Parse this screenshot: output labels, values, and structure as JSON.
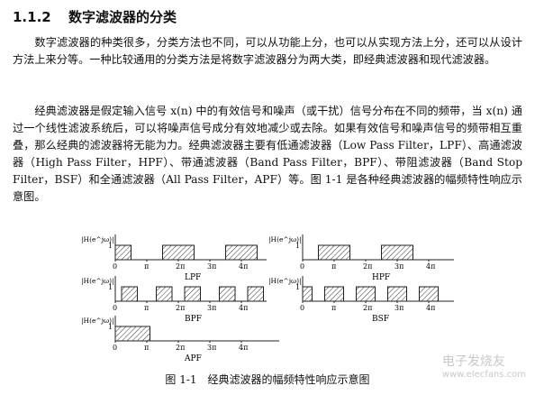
{
  "section": {
    "number": "1.1.2",
    "title": "数字滤波器的分类"
  },
  "paragraphs": [
    "数字滤波器的种类很多，分类方法也不同，可以从功能上分，也可以从实现方法上分，还可以从设计方法上来分等。一种比较通用的分类方法是将数字滤波器分为两大类，即经典滤波器和现代滤波器。",
    "经典滤波器是假定输入信号 x(n) 中的有效信号和噪声（或干扰）信号分布在不同的频带，当 x(n) 通过一个线性滤波系统后，可以将噪声信号成分有效地减少或去除。如果有效信号和噪声信号的频带相互重叠，那么经典的滤波器将无能为力。经典滤波器主要有低通滤波器（Low Pass Filter，LPF）、高通滤波器（High Pass Filter，HPF）、带通滤波器（Band Pass Filter，BPF）、带阻滤波器（Band Stop Filter，BSF）和全通滤波器（All Pass Filter，APF）等。图 1-1 是各种经典滤波器的幅频特性响应示意图。"
  ],
  "figure": {
    "caption": "图 1-1　经典滤波器的幅频特性响应示意图",
    "ylabel": "|H(e^jω)|",
    "one": "1",
    "ticks": [
      "0",
      "π",
      "2π",
      "3π",
      "4π"
    ],
    "panels": [
      {
        "name": "LPF",
        "bands": [
          [
            0,
            0.5
          ],
          [
            1.5,
            2.5
          ],
          [
            3.5,
            4.5
          ]
        ]
      },
      {
        "name": "HPF",
        "bands": [
          [
            0.5,
            1.5
          ],
          [
            2.5,
            3.5
          ]
        ]
      },
      {
        "name": "BPF",
        "bands": [
          [
            0.2,
            0.7
          ],
          [
            1.3,
            1.8
          ],
          [
            2.2,
            2.7
          ],
          [
            3.3,
            3.8
          ],
          [
            4.2,
            4.7
          ]
        ]
      },
      {
        "name": "BSF",
        "bands": [
          [
            0,
            0.3
          ],
          [
            0.7,
            1.3
          ],
          [
            1.7,
            2.3
          ],
          [
            2.7,
            3.3
          ],
          [
            3.7,
            4.3
          ]
        ]
      },
      {
        "name": "APF",
        "bands": [
          [
            0,
            1.1
          ]
        ]
      }
    ]
  },
  "watermark": {
    "text": "电子发烧友",
    "url": "www.elecfans.com"
  }
}
